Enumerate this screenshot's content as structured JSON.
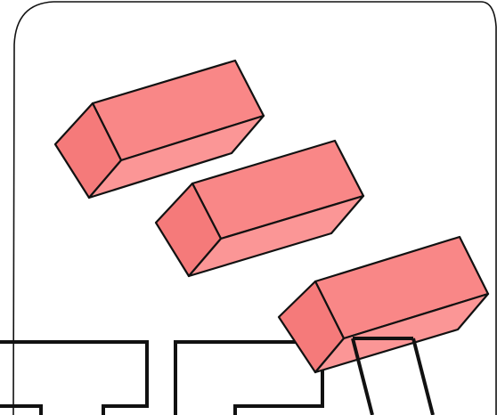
{
  "colors": {
    "background": "#ffffff",
    "outline": "#111111",
    "block_front": "#f98787",
    "block_top": "#fb9696",
    "block_end": "#f57a7a"
  },
  "scene": {
    "panel": {
      "shape": "rounded-rectangle"
    },
    "blocks": [
      {
        "name": "block-1",
        "kind": "rectangular-prism"
      },
      {
        "name": "block-2",
        "kind": "rectangular-prism"
      },
      {
        "name": "block-3",
        "kind": "rectangular-prism"
      }
    ],
    "outline_shapes": [
      {
        "name": "left-outline-shape"
      },
      {
        "name": "center-outline-shape"
      },
      {
        "name": "right-outline-shape"
      }
    ]
  }
}
